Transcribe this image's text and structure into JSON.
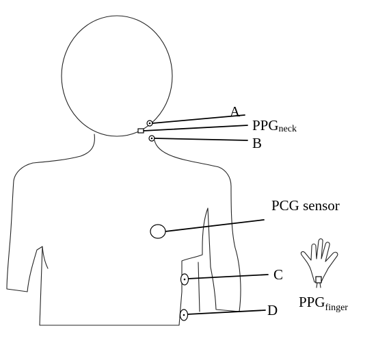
{
  "labels": {
    "a": "A",
    "b": "B",
    "c": "C",
    "d": "D",
    "ppg_neck_main": "PPG",
    "ppg_neck_sub": "neck",
    "pcg": "PCG sensor",
    "ppg_finger_main": "PPG",
    "ppg_finger_sub": "finger"
  }
}
